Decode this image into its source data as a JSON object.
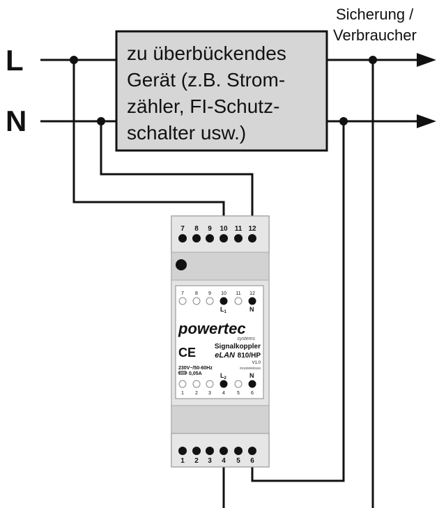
{
  "diagram": {
    "lines": {
      "L": "L",
      "N": "N"
    },
    "output_label": {
      "line1": "Sicherung /",
      "line2": "Verbraucher"
    },
    "device_box": {
      "line1": "zu überbückendes",
      "line2": "Gerät (z.B. Strom-",
      "line3": "zähler, FI-Schutz-",
      "line4": "schalter usw.)"
    },
    "module": {
      "top_terminals": [
        "7",
        "8",
        "9",
        "10",
        "11",
        "12"
      ],
      "bottom_terminals": [
        "1",
        "2",
        "3",
        "4",
        "5",
        "6"
      ],
      "label_top_terminals": [
        "7",
        "8",
        "9",
        "10",
        "11",
        "12"
      ],
      "label_bottom_terminals": [
        "1",
        "2",
        "3",
        "4",
        "5",
        "6"
      ],
      "l1_label": "L",
      "l1_sub": "1",
      "l2_label": "L",
      "l2_sub": "2",
      "n_top_label": "N",
      "n_bottom_label": "N",
      "brand": "powertec",
      "brand_sub": "systems",
      "ce_mark": "CE",
      "product_type": "Signalkoppler",
      "product_prefix": "eLAN",
      "product_model": "810/HP",
      "version": "V1.0",
      "serial": "#01000000184",
      "rating_voltage": "230V~/50-60Hz",
      "rating_current": "0,05A"
    },
    "colors": {
      "line": "#111111",
      "device_fill": "#d6d6d6",
      "module_fill": "#e0e0e0",
      "label_fill": "#ffffff"
    }
  }
}
